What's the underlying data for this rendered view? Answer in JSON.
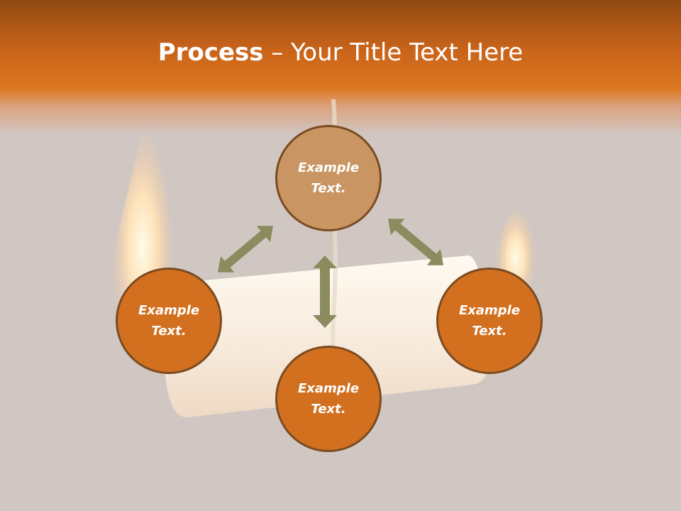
{
  "title": {
    "bold": "Process",
    "rest": " – Your Title Text Here"
  },
  "nodes": {
    "top": "Example\nText.",
    "left": "Example\nText.",
    "right": "Example\nText.",
    "bottom": "Example\nText."
  },
  "colors": {
    "header": "#dc781f",
    "node_fill": "#d2701f",
    "node_top_fill": "#c99563",
    "node_border": "#7b4b22",
    "arrow": "#8b8b5f",
    "background": "#d1c7c2"
  }
}
